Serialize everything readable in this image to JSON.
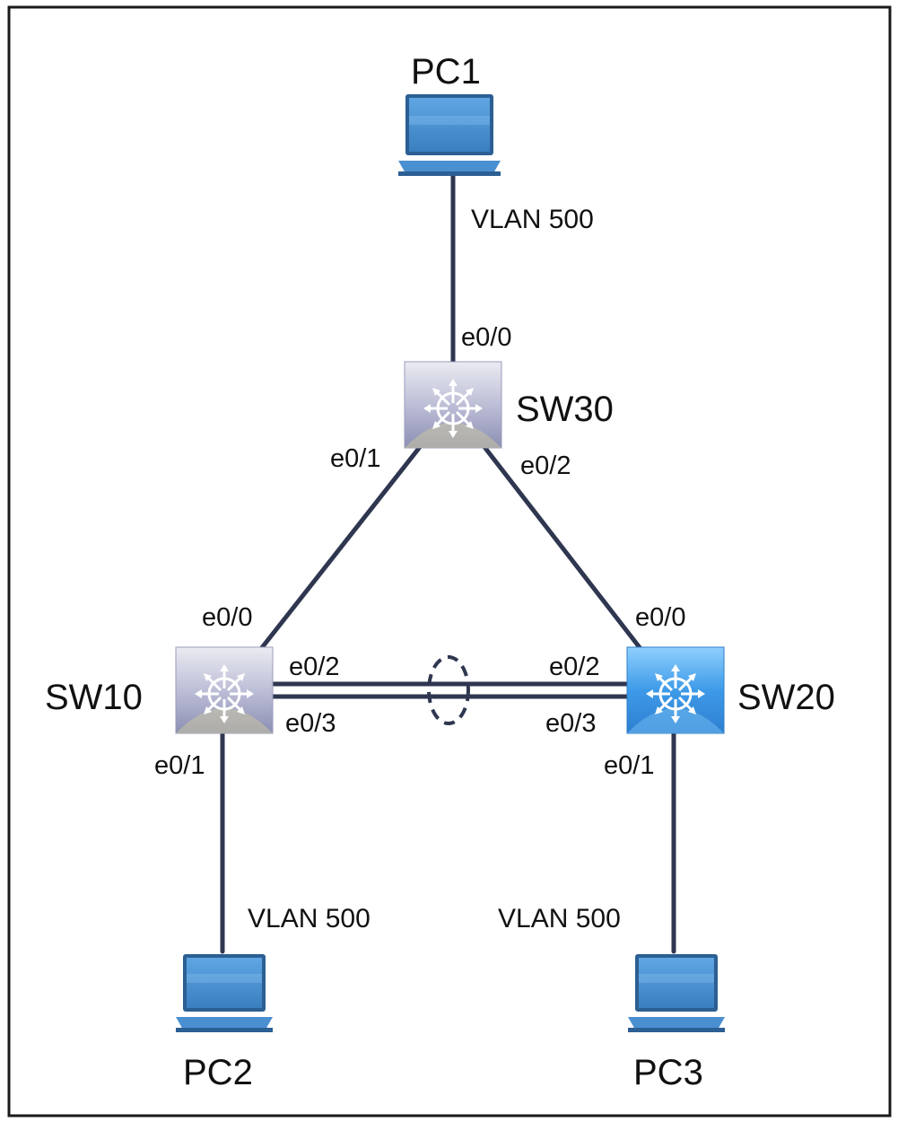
{
  "devices": {
    "pc1": "PC1",
    "pc2": "PC2",
    "pc3": "PC3",
    "sw10": "SW10",
    "sw20": "SW20",
    "sw30": "SW30"
  },
  "links": {
    "pc1_sw30": {
      "vlan": "VLAN 500",
      "sw30_port": "e0/0"
    },
    "sw30_sw10": {
      "sw30_port": "e0/1",
      "sw10_port": "e0/0"
    },
    "sw30_sw20": {
      "sw30_port": "e0/2",
      "sw20_port": "e0/0"
    },
    "sw10_sw20_a": {
      "sw10_port": "e0/2",
      "sw20_port": "e0/2"
    },
    "sw10_sw20_b": {
      "sw10_port": "e0/3",
      "sw20_port": "e0/3"
    },
    "sw10_pc2": {
      "sw10_port": "e0/1",
      "vlan": "VLAN 500"
    },
    "sw20_pc3": {
      "sw20_port": "e0/1",
      "vlan": "VLAN 500"
    }
  },
  "colors": {
    "link": "#2f3650",
    "switch_gray": "#b9bcd6",
    "switch_blue": "#3f9bea",
    "laptop": "#4a8fd0"
  },
  "icons": {
    "pc": "laptop-icon",
    "switch": "multilayer-switch-icon",
    "bundle": "etherchannel-ellipse"
  }
}
